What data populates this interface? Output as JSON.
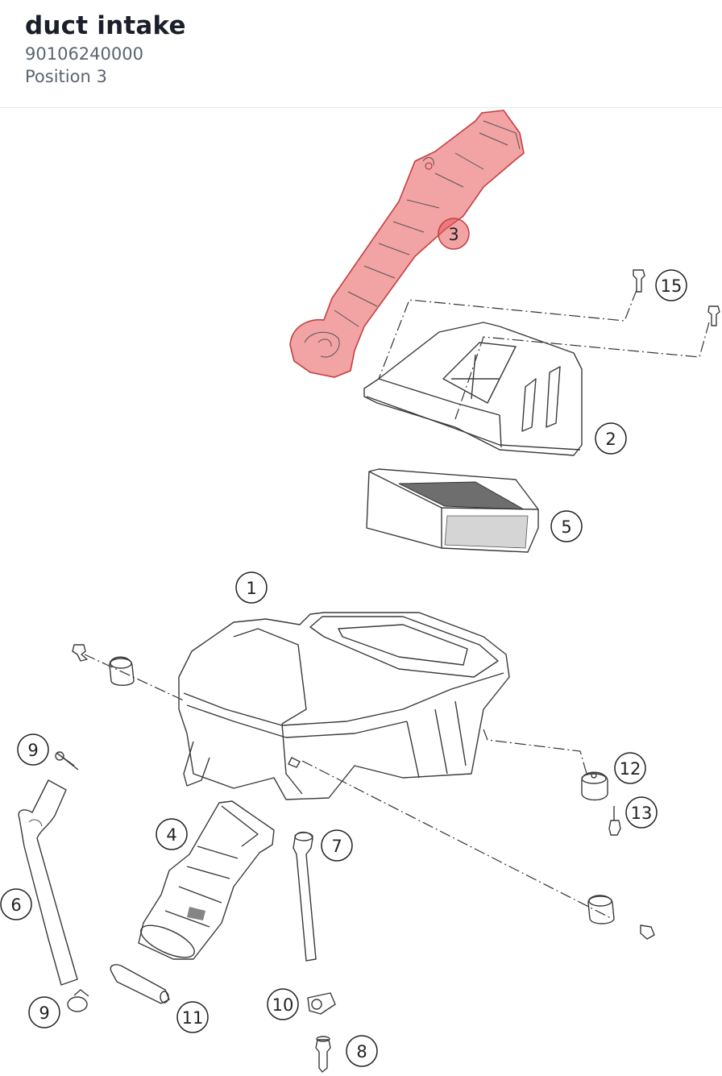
{
  "header": {
    "title": "duct intake",
    "part_number": "90106240000",
    "position": "Position 3"
  },
  "diagram": {
    "highlight_color": "#e8585a",
    "selected_callout": "3",
    "callouts": {
      "c1": "1",
      "c2": "2",
      "c3": "3",
      "c4": "4",
      "c5": "5",
      "c6": "6",
      "c7": "7",
      "c8": "8",
      "c9a": "9",
      "c9b": "9",
      "c10": "10",
      "c11": "11",
      "c12": "12",
      "c13": "13",
      "c15": "15"
    }
  }
}
